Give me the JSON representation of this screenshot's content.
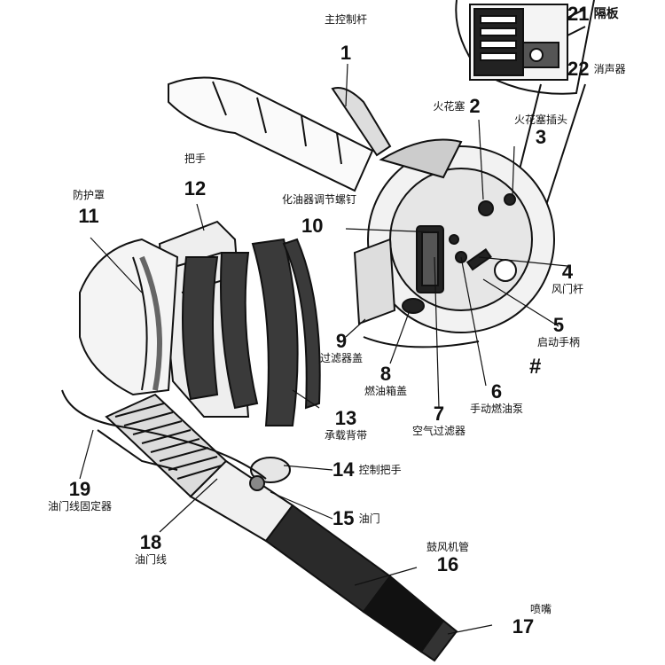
{
  "parts": [
    {
      "num": "1",
      "label": "主控制杆"
    },
    {
      "num": "2",
      "label": "火花塞"
    },
    {
      "num": "3",
      "label": "火花塞插头"
    },
    {
      "num": "4",
      "label": "风门杆"
    },
    {
      "num": "5",
      "label": "启动手柄"
    },
    {
      "num": "6",
      "label": "手动燃油泵"
    },
    {
      "num": "7",
      "label": "空气过滤器"
    },
    {
      "num": "8",
      "label": "燃油箱盖"
    },
    {
      "num": "9",
      "label": "过滤器盖"
    },
    {
      "num": "10",
      "label": "化油器调节螺钉"
    },
    {
      "num": "11",
      "label": "防护罩"
    },
    {
      "num": "12",
      "label": "把手"
    },
    {
      "num": "13",
      "label": "承载背带"
    },
    {
      "num": "14",
      "label": "控制把手"
    },
    {
      "num": "15",
      "label": "油门"
    },
    {
      "num": "16",
      "label": "鼓风机管"
    },
    {
      "num": "17",
      "label": "喷嘴"
    },
    {
      "num": "18",
      "label": "油门线"
    },
    {
      "num": "19",
      "label": "油门线固定器"
    },
    {
      "num": "21",
      "label": "隔板"
    },
    {
      "num": "22",
      "label": "消声器"
    }
  ],
  "hash_mark": "#"
}
